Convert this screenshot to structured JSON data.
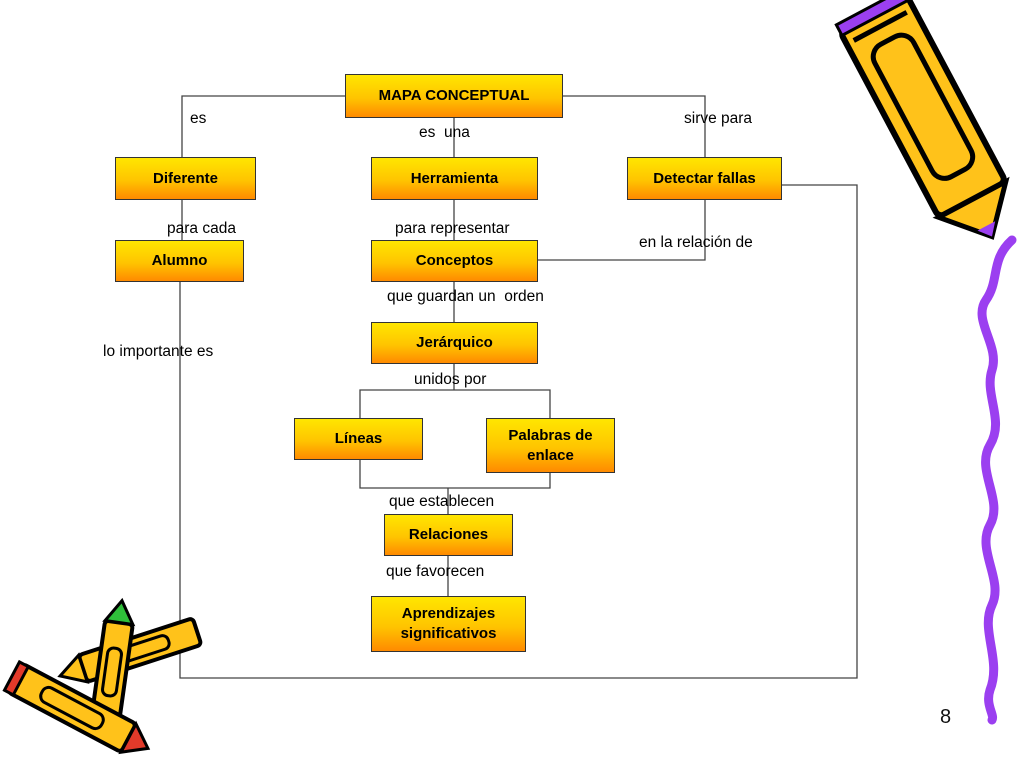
{
  "diagram": {
    "nodes": {
      "root": "MAPA CONCEPTUAL",
      "diferente": "Diferente",
      "herramienta": "Herramienta",
      "detectar": "Detectar fallas",
      "alumno": "Alumno",
      "conceptos": "Conceptos",
      "jerarquico": "Jerárquico",
      "lineas": "Líneas",
      "palabras": "Palabras de\nenlace",
      "relaciones": "Relaciones",
      "aprendizajes": "Aprendizajes\nsignificativos"
    },
    "links": {
      "es": "es",
      "es_una": "es  una",
      "sirve_para": "sirve para",
      "para_cada": "para cada",
      "para_representar": "para representar",
      "en_la_relacion": "en la relación de",
      "que_guardan": "que guardan un  orden",
      "lo_importante": "lo importante es",
      "unidos_por": "unidos por",
      "que_establecen": "que establecen",
      "que_favorecen": "que favorecen"
    }
  },
  "slide_number": "8",
  "colors": {
    "box_top": "#ffe600",
    "box_bottom": "#ff8a00",
    "line": "#444444",
    "crayon_purple": "#9b3ff0"
  },
  "decorations": [
    "crayon-icon",
    "crayons-group-icon",
    "squiggle-border"
  ]
}
